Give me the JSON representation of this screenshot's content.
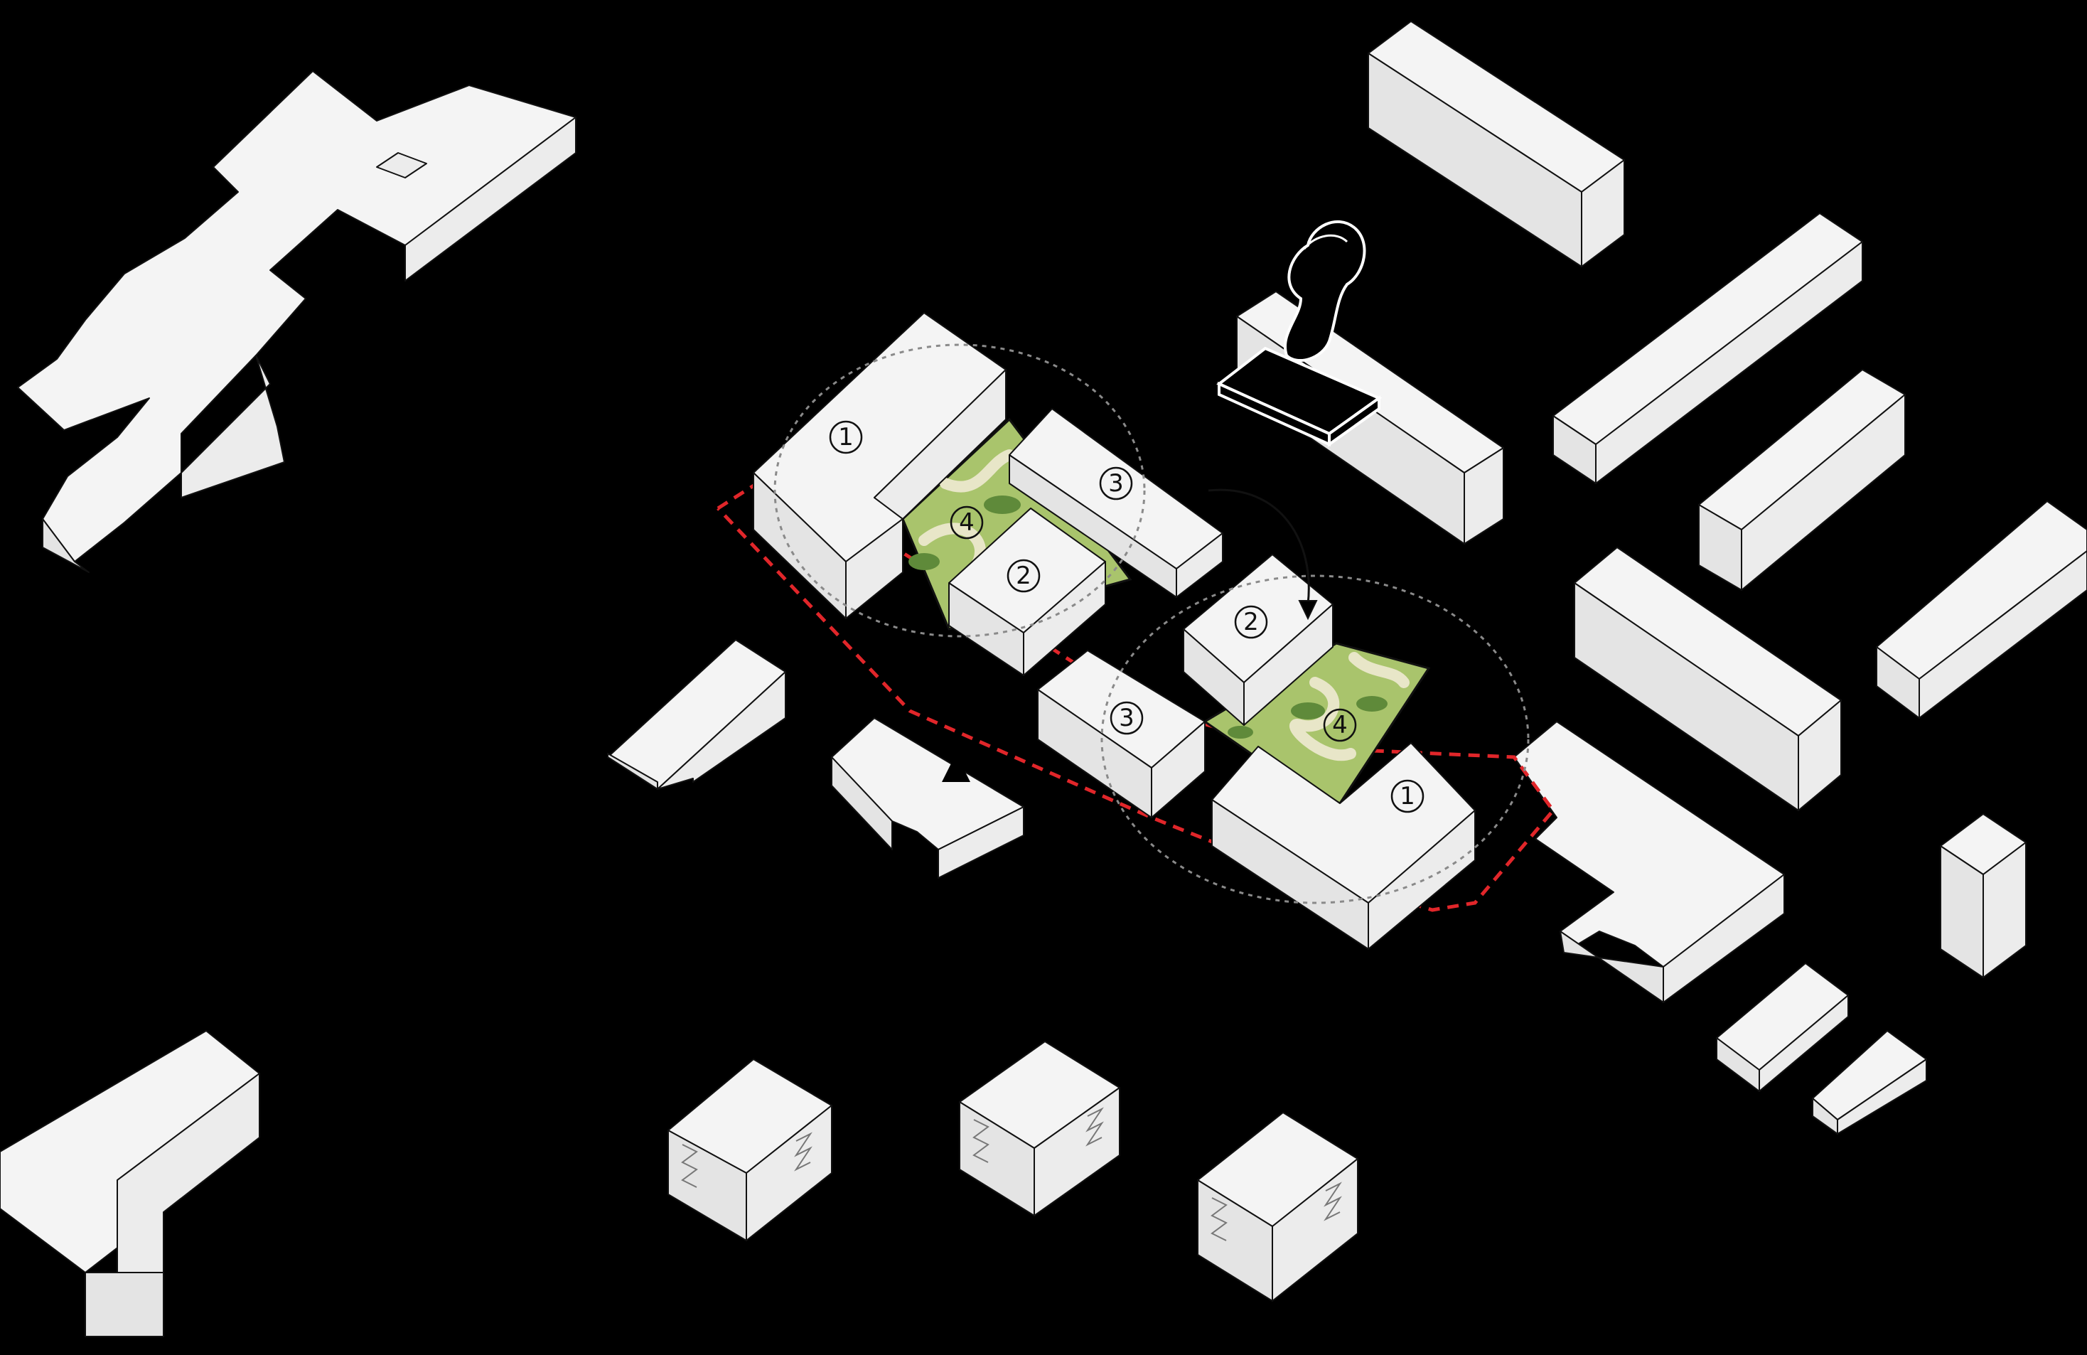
{
  "colors": {
    "background": "#000000",
    "building": "#f4f4f4",
    "green_space": "#a9c46c",
    "site_boundary": "#e1262a",
    "influence_circle": "#8a8a8a"
  },
  "icons": [
    "stamp-icon",
    "arrow-down-icon"
  ],
  "labels": {
    "west_cluster": {
      "block_1": "1",
      "block_2": "2",
      "block_3": "3",
      "green_4": "4"
    },
    "east_cluster": {
      "block_1": "1",
      "block_2": "2",
      "block_3": "3",
      "green_4": "4"
    }
  }
}
